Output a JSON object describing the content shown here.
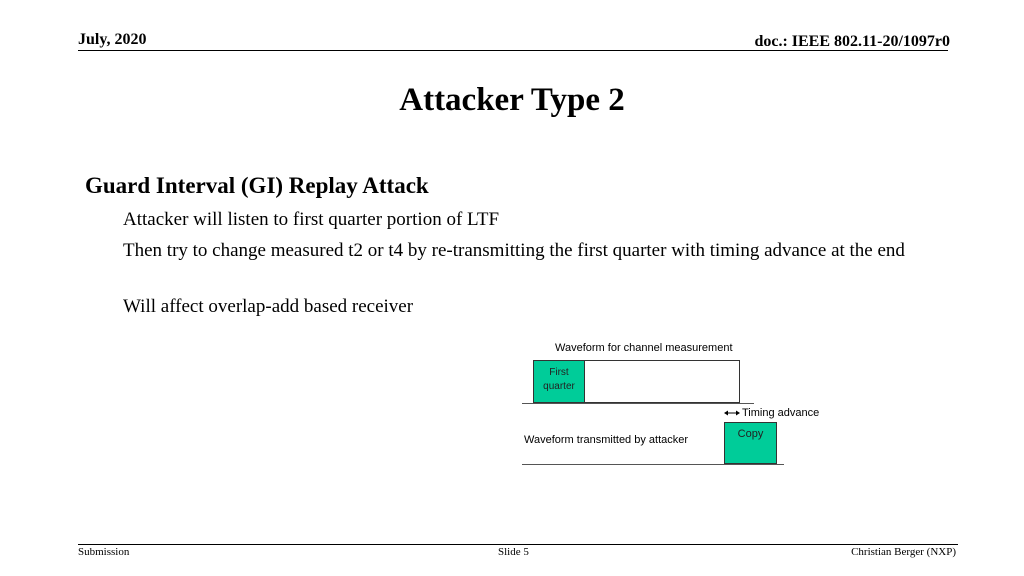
{
  "header": {
    "date": "July, 2020",
    "doc_id": "doc.: IEEE 802.11-20/1097r0"
  },
  "slide": {
    "title": "Attacker Type 2",
    "heading": "Guard Interval (GI) Replay Attack",
    "bullets": [
      "Attacker will listen to first quarter portion of LTF",
      "Then try to change measured t2 or t4 by re-transmitting the first quarter with timing advance at the end",
      "Will affect overlap-add based receiver"
    ]
  },
  "diagram": {
    "top_label": "Waveform for channel measurement",
    "first_quarter_label": "First quarter",
    "timing_advance_label": "Timing advance",
    "attacker_label": "Waveform transmitted by attacker",
    "copy_label": "Copy",
    "colors": {
      "highlight": "#00cc99"
    }
  },
  "footer": {
    "left": "Submission",
    "center": "Slide 5",
    "right": "Christian Berger (NXP)"
  }
}
